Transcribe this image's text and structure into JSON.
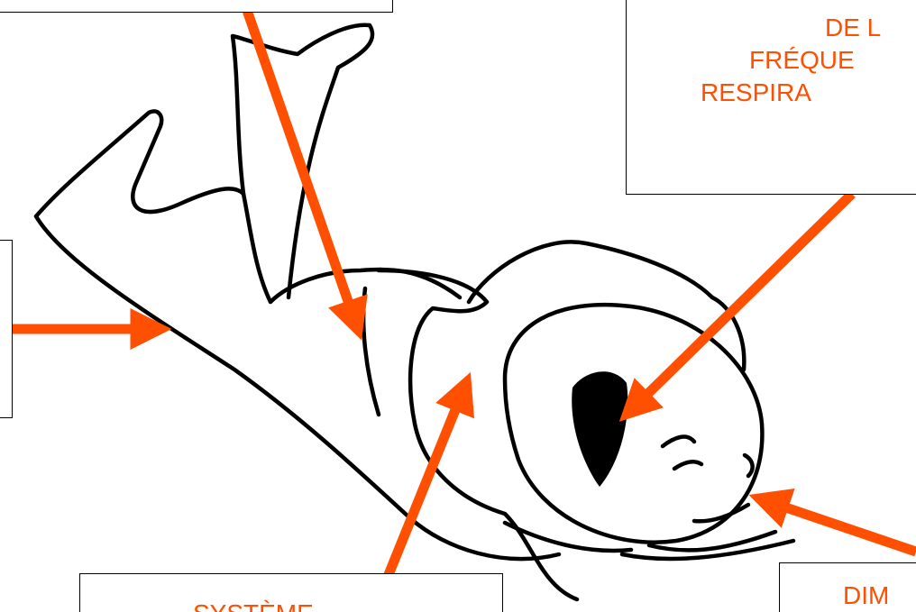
{
  "labels": {
    "breathing_rate": {
      "line1": "DE L",
      "line2": "FRÉQUE",
      "line3": "RESPIRA"
    },
    "system": {
      "line1": "SYSTÈME"
    },
    "bottom_right": {
      "line1": "DIM"
    }
  },
  "colors": {
    "arrow": "#ff4f00",
    "label_text": "#ff4f00",
    "outline": "#000000",
    "box_border": "#000000",
    "background": "#ffffff"
  },
  "illustration": {
    "subject": "child-falling-backwards"
  }
}
